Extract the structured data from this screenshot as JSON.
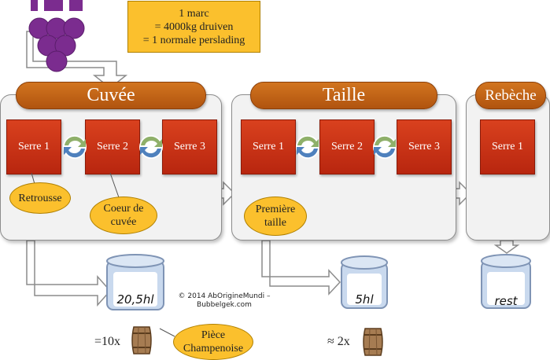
{
  "note": {
    "line1": "1 marc",
    "line2": "= 4000kg druiven",
    "line3": "= 1 normale perslading"
  },
  "stages": {
    "cuvee": {
      "title": "Cuvée",
      "serres": [
        "Serre 1",
        "Serre 2",
        "Serre 3"
      ]
    },
    "taille": {
      "title": "Taille",
      "serres": [
        "Serre 1",
        "Serre 2",
        "Serre 3"
      ]
    },
    "rebeche": {
      "title": "Rebèche",
      "serres": [
        "Serre 1"
      ]
    }
  },
  "callouts": {
    "retrousse": "Retrousse",
    "coeur_line1": "Coeur de",
    "coeur_line2": "cuvée",
    "premiere_line1": "Première",
    "premiere_line2": "taille",
    "piece_line1": "Pièce",
    "piece_line2": "Champenoise"
  },
  "volumes": {
    "cuvee": "20,5hl",
    "taille": "5hl",
    "rebeche": "rest"
  },
  "multipliers": {
    "cuvee": "=10x",
    "taille": "≈ 2x"
  },
  "copyright": {
    "line1": "© 2014 AbOrigineMundi –",
    "line2": "Bubbelgek.com"
  },
  "colors": {
    "header": "#c0601a",
    "serre": "#c8321a",
    "callout": "#fbc02d",
    "grape": "#7b2c8f",
    "panel": "#f2f2f2"
  }
}
